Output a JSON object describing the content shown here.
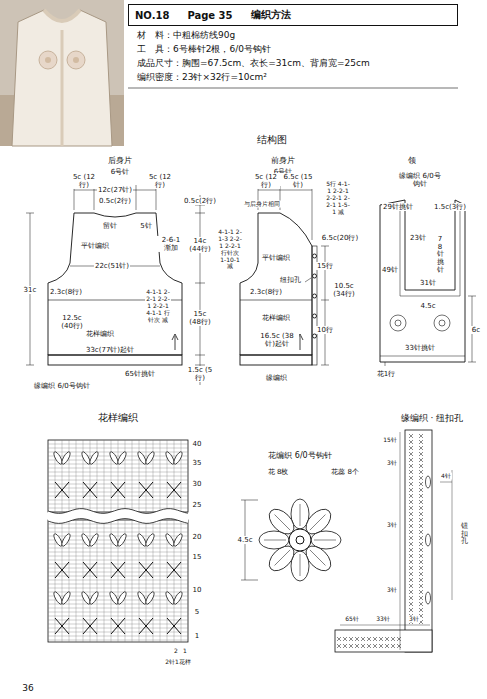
{
  "diagram": {
    "nodes": [
      {
        "text": [
          "NO.18",
          "Page 35",
          "编织方法"
        ]
      }
    ],
    "labels": [
      "材　料：中粗棉纺线90g",
      "工　具：6号棒针2根，6/0号钩针",
      "成品尺寸：胸围=67.5cm、衣长=31cm、背肩宽=25cm",
      "编织密度：23针×32行=10cm²",
      "结构图",
      "后身片",
      "6号针",
      "5c (12行)",
      "12c(27针)",
      "5c (12行)",
      "0.5c(2行)",
      "0.5c(2行)",
      "留针",
      "5针",
      "2-6-1 渐加",
      "平针编织",
      "22c(51针)",
      "14c (44行)",
      "31c",
      "2.3c(8行)",
      "4-1-1 2-2-1 2-2-1 2-2-1 4-1-1 行针次 减",
      "15c (48行)",
      "12.5c (40行)",
      "花样编织",
      "33c(77针)起针",
      "65针挑针",
      "缘编织 6/0号钩针",
      "1.5c (5行)",
      "前身片",
      "6号针",
      "5c (12行)",
      "6.5c (15针)",
      "5行 4-1-1 2-2-1 2-2-1 2-2-1 1-5-1 减",
      "与后身片相同",
      "4-1-1 2-1-3 2-2-1 2-2-1 行针次 1-10-1 减",
      "6.5c(20行)",
      "平针编织",
      "15行",
      "纽扣孔",
      "10.5c (34行)",
      "2.3c(8行)",
      "花样编织",
      "10行",
      "16.5c (38针)起针",
      "缘编织",
      "领",
      "缘编织 6/0号钩针",
      "29针挑针",
      "1.5c(3行)",
      "23针",
      "78针挑针",
      "49针",
      "31针",
      "4.5c",
      "6c",
      "33针挑针",
      "花1行",
      "花样编织",
      "40",
      "35",
      "30",
      "25",
      "20",
      "15",
      "10",
      "5",
      "1",
      "2",
      "1",
      "2针1花样",
      "花编织 6/0号钩针",
      "花 8枚",
      "花蕊 8个",
      "4.5c",
      "缘编织 · 纽扣孔",
      "15针",
      "3针",
      "4针",
      "钮扣孔",
      "3针",
      "3针",
      "65针",
      "33针",
      "3针",
      "36"
    ]
  }
}
